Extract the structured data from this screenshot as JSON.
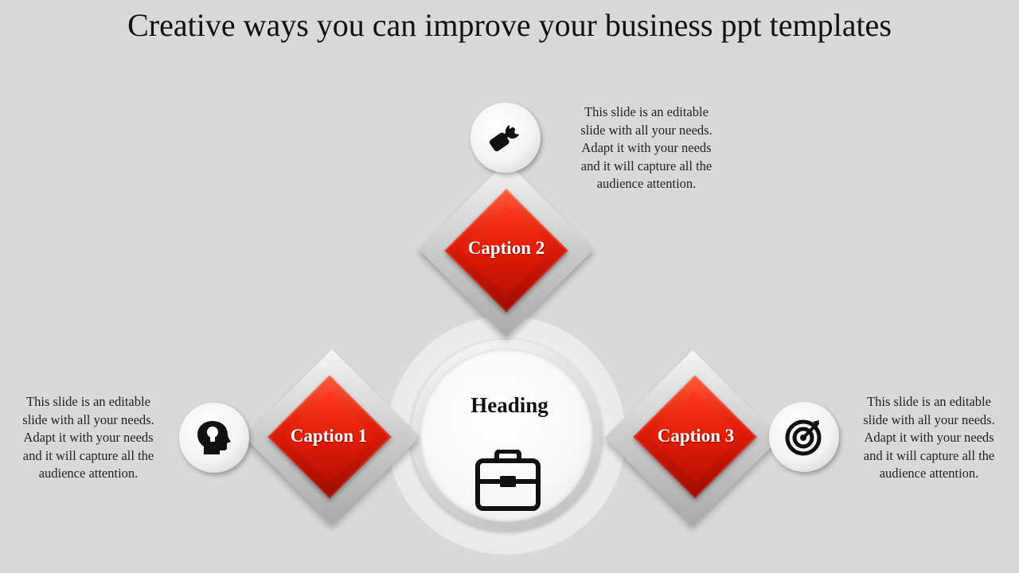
{
  "title": "Creative ways you can improve your business ppt templates",
  "center": {
    "heading": "Heading",
    "icon": "briefcase-icon"
  },
  "items": [
    {
      "caption": "Caption 1",
      "icon": "head-lightbulb-icon",
      "text": [
        "This slide is an editable",
        "slide with all your needs.",
        "Adapt it with your needs",
        "and it will capture all the",
        "audience attention."
      ]
    },
    {
      "caption": "Caption 2",
      "icon": "tools-icon",
      "text": [
        "This slide is an editable",
        "slide with all your needs.",
        "Adapt it with your needs",
        "and it will capture all the",
        "audience attention."
      ]
    },
    {
      "caption": "Caption 3",
      "icon": "target-icon",
      "text": [
        "This slide is an editable",
        "slide with all your needs.",
        "Adapt it with your needs",
        "and it will capture all the",
        "audience attention."
      ]
    }
  ],
  "colors": {
    "accent": "#e01b06",
    "background": "#d9d9d9"
  }
}
